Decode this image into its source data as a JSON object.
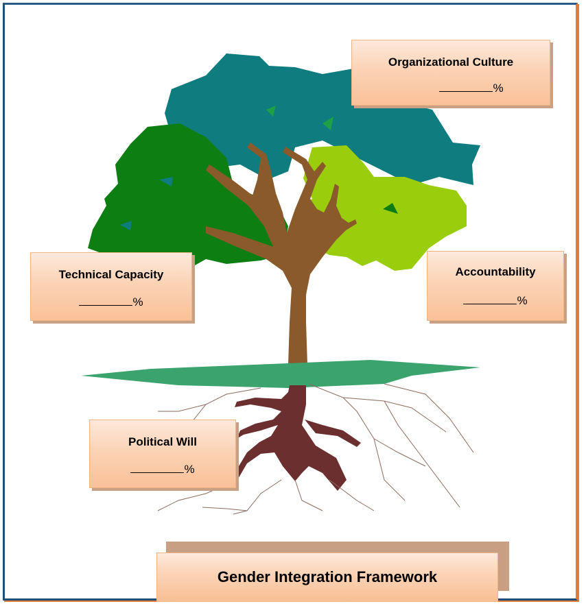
{
  "title": "Gender Integration Framework",
  "categories": [
    {
      "label": "Organizational Culture",
      "value": "%"
    },
    {
      "label": "Technical Capacity",
      "value": "%"
    },
    {
      "label": "Accountability",
      "value": "%"
    },
    {
      "label": "Political Will",
      "value": "%"
    }
  ],
  "colors": {
    "canopy_teal": "#0f7c80",
    "canopy_dark_green": "#0d7f12",
    "canopy_light_green": "#9acd0b",
    "trunk": "#8b5a2b",
    "roots": "#6b2f2f",
    "ground": "#3aa36e",
    "border": "#1f4e79",
    "card_fill": "#fbd3b5"
  }
}
